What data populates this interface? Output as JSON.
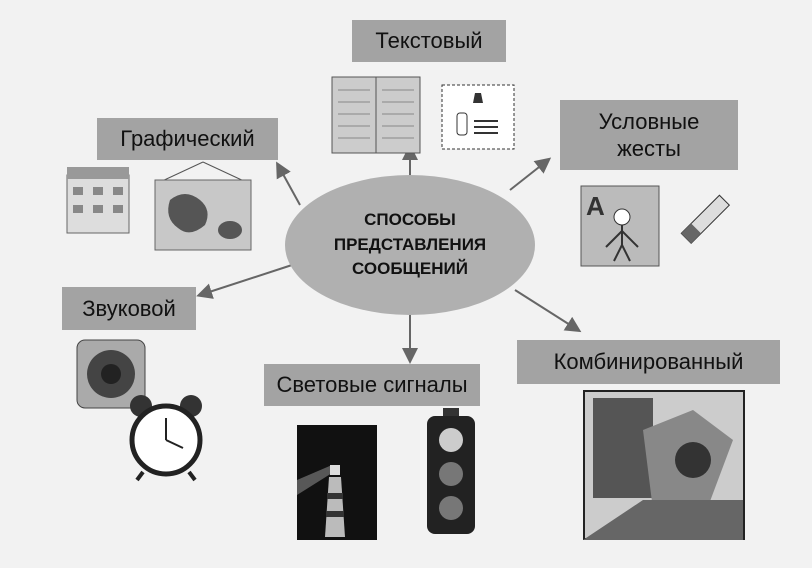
{
  "center": {
    "line1": "СПОСОБЫ",
    "line2": "ПРЕДСТАВЛЕНИЯ",
    "line3": "СООБЩЕНИЙ"
  },
  "nodes": {
    "text": "Текстовый",
    "graphic": "Графический",
    "gestures_line1": "Условные",
    "gestures_line2": "жесты",
    "sound": "Звуковой",
    "light": "Световые сигналы",
    "combined": "Комбинированный"
  },
  "colors": {
    "box": "#a3a3a3",
    "ellipse": "#b0b0b0",
    "arrow": "#666666"
  }
}
